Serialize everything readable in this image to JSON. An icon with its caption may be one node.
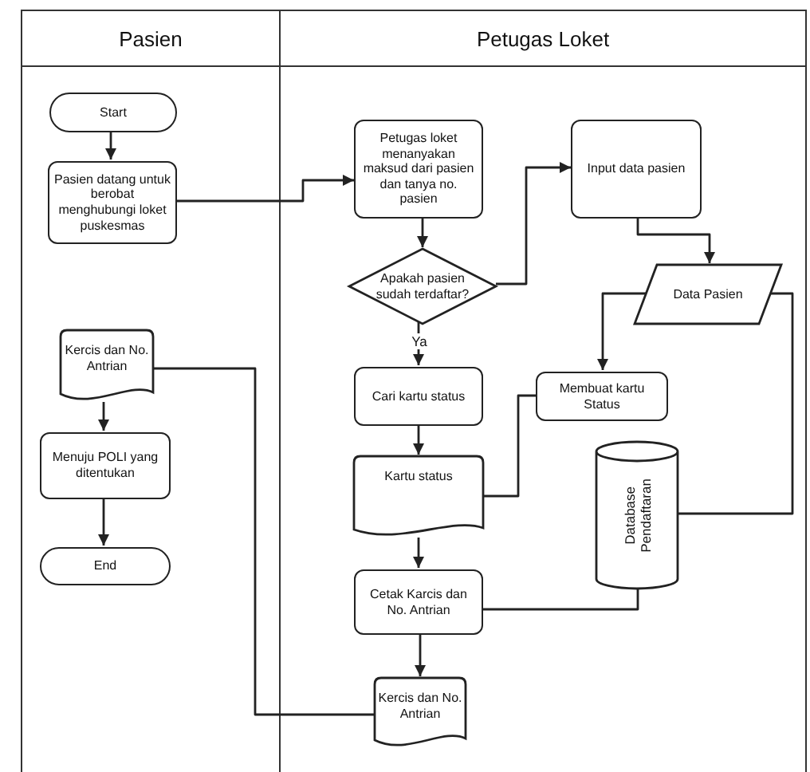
{
  "diagram": {
    "nodes": [
      {
        "text": [
          "Pasien"
        ]
      },
      {
        "text": [
          "Petugas Loket"
        ]
      },
      {
        "text": [
          "Start"
        ],
        "in": 0
      },
      {
        "text": [
          "Pasien datang untuk berobat menghubungi loket puskesmas"
        ],
        "in": 0
      },
      {
        "text": [
          "Kercis dan No. Antrian"
        ],
        "in": 0
      },
      {
        "text": [
          "Menuju POLI yang ditentukan"
        ],
        "in": 0
      },
      {
        "text": [
          "End"
        ],
        "in": 0
      },
      {
        "text": [
          "Petugas loket menanyakan maksud dari pasien dan tanya no. pasien"
        ],
        "in": 1
      },
      {
        "text": [
          "Apakah pasien sudah terdaftar?"
        ],
        "in": 1
      },
      {
        "text": [
          "Cari kartu status"
        ],
        "in": 1
      },
      {
        "text": [
          "Kartu status"
        ],
        "in": 1
      },
      {
        "text": [
          "Cetak Karcis dan No. Antrian"
        ],
        "in": 1
      },
      {
        "text": [
          "Kercis dan No. Antrian"
        ],
        "in": 1
      },
      {
        "text": [
          "Input data pasien"
        ],
        "in": 1
      },
      {
        "text": [
          "Data Pasien"
        ],
        "in": 1
      },
      {
        "text": [
          "Membuat kartu Status"
        ],
        "in": 1
      },
      {
        "text": [
          "Database Pendaftaran"
        ],
        "in": 1
      }
    ],
    "edges": [
      {
        "from": 2,
        "to": 3,
        "arrow": "to"
      },
      {
        "from": 3,
        "to": 7,
        "arrow": "to"
      },
      {
        "from": 7,
        "to": 8,
        "arrow": "to"
      },
      {
        "from": 8,
        "to": 9,
        "arrow": "to",
        "label": "Ya"
      },
      {
        "from": 8,
        "to": 13,
        "arrow": "to"
      },
      {
        "from": 13,
        "to": 14,
        "arrow": "to"
      },
      {
        "from": 14,
        "to": 15,
        "arrow": "to"
      },
      {
        "from": 14,
        "to": 16,
        "arrow": "none"
      },
      {
        "from": 9,
        "to": 10,
        "arrow": "to"
      },
      {
        "from": 10,
        "to": 15,
        "arrow": "none"
      },
      {
        "from": 10,
        "to": 11,
        "arrow": "to"
      },
      {
        "from": 16,
        "to": 11,
        "arrow": "none"
      },
      {
        "from": 11,
        "to": 12,
        "arrow": "to"
      },
      {
        "from": 12,
        "to": 4,
        "arrow": "none"
      },
      {
        "from": 4,
        "to": 5,
        "arrow": "to"
      },
      {
        "from": 5,
        "to": 6,
        "arrow": "to"
      }
    ]
  }
}
